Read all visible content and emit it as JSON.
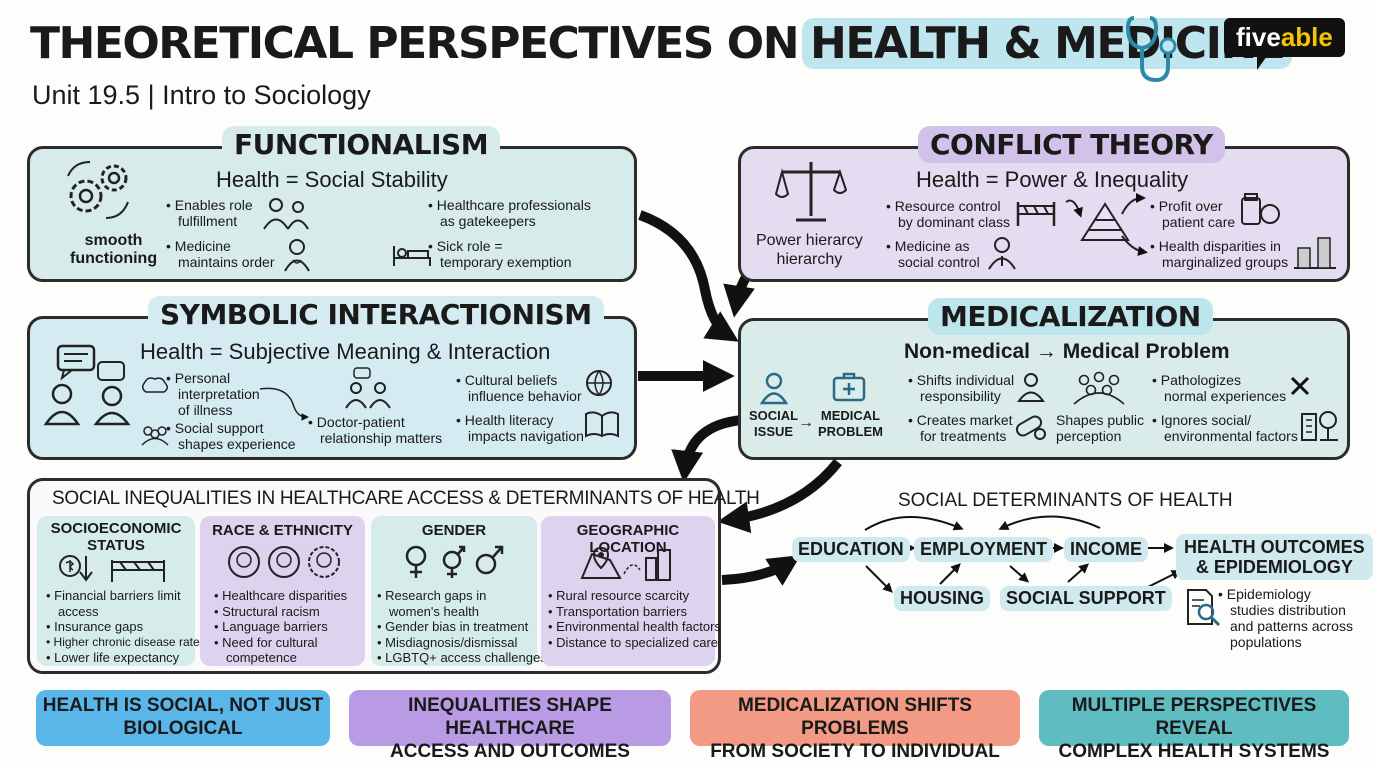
{
  "header": {
    "title_main": "THEORETICAL PERSPECTIVES ON",
    "title_highlight": "HEALTH & MEDICINE",
    "subtitle": "Unit 19.5 | Intro to Sociology",
    "logo_left": "five",
    "logo_right": "able"
  },
  "functionalism": {
    "title": "FUNCTIONALISM",
    "heading": "Health = Social Stability",
    "icon_caption_1": "smooth",
    "icon_caption_2": "functioning",
    "item1_l1": "Enables role",
    "item1_l2": "fulfillment",
    "item2_l1": "Medicine",
    "item2_l2": "maintains order",
    "out1_l1": "Healthcare professionals",
    "out1_l2": "as gatekeepers",
    "out2_l1": "Sick role =",
    "out2_l2": "temporary exemption"
  },
  "conflict": {
    "title": "CONFLICT THEORY",
    "heading": "Health = Power & Inequality",
    "icon_caption_1": "Power hierarcy",
    "icon_caption_2": "hierarchy",
    "item1_l1": "Resource control",
    "item1_l2": "by dominant class",
    "item2_l1": "Medicine as",
    "item2_l2": "social control",
    "out1_l1": "Profit over",
    "out1_l2": "patient care",
    "out2_l1": "Health disparities in",
    "out2_l2": "marginalized groups"
  },
  "symbolic": {
    "title": "SYMBOLIC INTERACTIONISM",
    "heading": "Health = Subjective Meaning & Interaction",
    "item1_l1": "Personal",
    "item1_l2": "interpretation",
    "item1_l3": "of illness",
    "item2_l1": "Social support",
    "item2_l2": "shapes experience",
    "item3_l1": "Doctor-patient",
    "item3_l2": "relationship matters",
    "item4_l1": "Cultural beliefs",
    "item4_l2": "influence behavior",
    "item5_l1": "Health literacy",
    "item5_l2": "impacts navigation"
  },
  "medicalization": {
    "title": "MEDICALIZATION",
    "heading": "Non-medical → Medical Problem",
    "social_l1": "SOCIAL",
    "social_l2": "ISSUE",
    "medical_l1": "MEDICAL",
    "medical_l2": "PROBLEM",
    "arrow": "→",
    "item1_l1": "Shifts individual",
    "item1_l2": "responsibility",
    "item2_l1": "Creates market",
    "item2_l2": "for treatments",
    "item3_l1": "Shapes public",
    "item3_l2": "perception",
    "item4_l1": "Pathologizes",
    "item4_l2": "normal experiences",
    "item5_l1": "Ignores social/",
    "item5_l2": "environmental factors"
  },
  "inequalities": {
    "title": "SOCIAL INEQUALITIES IN HEALTHCARE ACCESS & DETERMINANTS OF HEALTH",
    "ses": {
      "head_l1": "SOCIOECONOMIC",
      "head_l2": "STATUS",
      "items": [
        "Financial barriers limit",
        "access",
        "Insurance gaps",
        "Higher chronic disease rates",
        "Lower life expectancy"
      ]
    },
    "race": {
      "head": "RACE & ETHNICITY",
      "items": [
        "Healthcare disparities",
        "Structural racism",
        "Language barriers",
        "Need for cultural",
        "competence"
      ]
    },
    "gender": {
      "head": "GENDER",
      "items": [
        "Research gaps in",
        "women's health",
        "Gender bias in treatment",
        "Misdiagnosis/dismissal",
        "LGBTQ+ access challenges"
      ]
    },
    "geo": {
      "head": "GEOGRAPHIC LOCATION",
      "items": [
        "Rural resource scarcity",
        "Transportation barriers",
        "Environmental health factors",
        "Distance to specialized care"
      ]
    }
  },
  "determinants": {
    "title": "SOCIAL DETERMINANTS OF HEALTH",
    "education": "EDUCATION",
    "employment": "EMPLOYMENT",
    "income": "INCOME",
    "housing": "HOUSING",
    "social_support": "SOCIAL SUPPORT",
    "outcomes_l1": "HEALTH OUTCOMES",
    "outcomes_l2": "& EPIDEMIOLOGY",
    "arrow": "→",
    "epi_l1": "Epidemiology",
    "epi_l2": "studies distribution",
    "epi_l3": "and patterns across",
    "epi_l4": "populations"
  },
  "footer": {
    "box1_l1": "HEALTH IS SOCIAL, NOT JUST",
    "box1_l2": "BIOLOGICAL",
    "box2_l1": "INEQUALITIES SHAPE HEALTHCARE",
    "box2_l2": "ACCESS AND OUTCOMES",
    "box3_l1": "MEDICALIZATION SHIFTS PROBLEMS",
    "box3_l2": "FROM SOCIETY TO INDIVIDUAL",
    "box4_l1": "MULTIPLE PERSPECTIVES REVEAL",
    "box4_l2": "COMPLEX HEALTH SYSTEMS"
  }
}
